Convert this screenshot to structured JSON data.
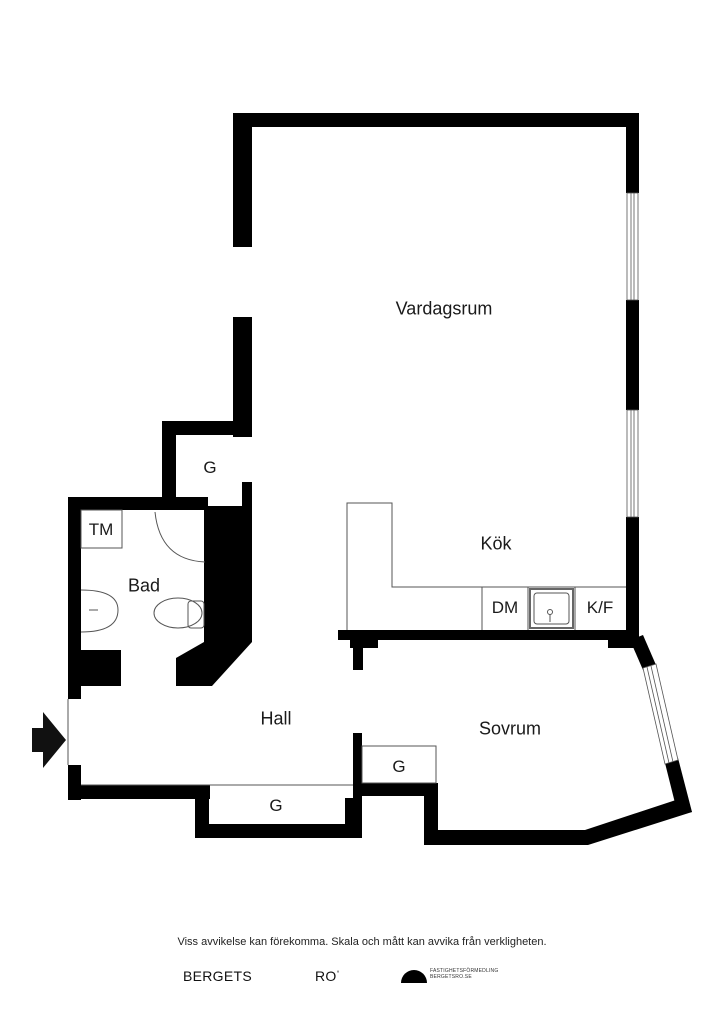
{
  "rooms": {
    "vardagsrum": "Vardagsrum",
    "kok": "Kök",
    "bad": "Bad",
    "hall": "Hall",
    "sovrum": "Sovrum",
    "garderob_top": "G",
    "garderob_hall": "G",
    "garderob_sovrum": "G"
  },
  "fixtures": {
    "tm": "TM",
    "dm": "DM",
    "kf": "K/F"
  },
  "footer": {
    "disclaimer": "Viss avvikelse kan förekomma. Skala och mått kan avvika från verkligheten.",
    "brand_left": "BERGETS",
    "brand_mid": "RO",
    "brand_mid_mark": "°",
    "brand_right_line1": "FASTIGHETSFÖRMEDLING",
    "brand_right_line2": "BERGETSRO.SE"
  },
  "colors": {
    "wall": "#000000",
    "line": "#555555",
    "background": "#ffffff"
  }
}
